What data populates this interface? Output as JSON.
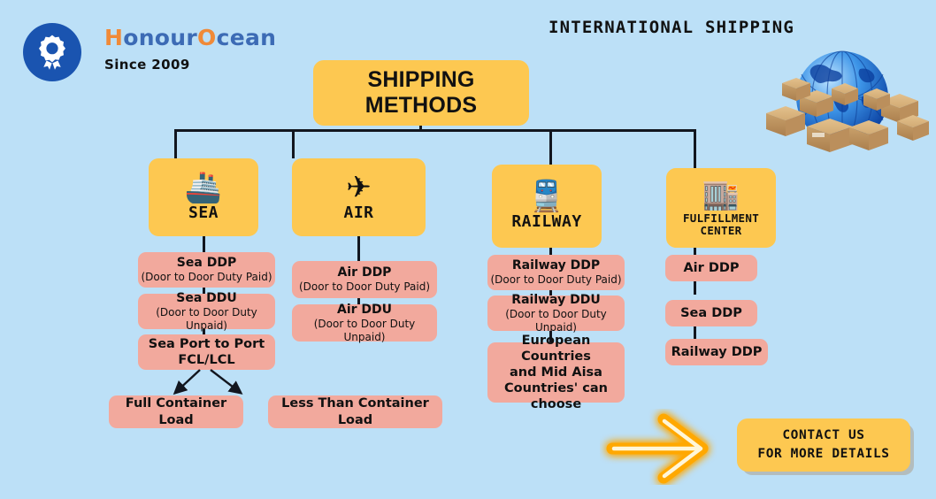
{
  "page": {
    "background_color": "#bce0f7",
    "heading": "INTERNATIONAL SHIPPING"
  },
  "logo": {
    "icon": "award-badge-icon",
    "brand_part1": "H",
    "brand_part2": "onour",
    "brand_part3": "O",
    "brand_part4": "cean",
    "brand_full": "HonourOcean",
    "tagline": "Since 2009",
    "circle_color": "#1a54b0",
    "accent_color": "#f08a38",
    "text_color": "#3c6bb5"
  },
  "artwork": {
    "globe": "globe-with-parcels-image"
  },
  "diagram": {
    "root": {
      "label": "SHIPPING METHODS",
      "color": "#fdc851"
    },
    "branches": [
      {
        "id": "sea",
        "label": "SEA",
        "icon": "ship-icon",
        "icon_glyph": "🚢",
        "color": "#fdc851",
        "children": [
          {
            "main": "Sea DDP",
            "sub": "(Door to Door Duty Paid)"
          },
          {
            "main": "Sea DDU",
            "sub": "(Door to Door Duty Unpaid)"
          },
          {
            "main": "Sea Port to Port",
            "sub": "FCL/LCL"
          }
        ],
        "leaves": [
          {
            "label": "Full Container Load"
          },
          {
            "label": "Less Than Container Load"
          }
        ]
      },
      {
        "id": "air",
        "label": "AIR",
        "icon": "airplane-icon",
        "icon_glyph": "✈",
        "color": "#fdc851",
        "children": [
          {
            "main": "Air DDP",
            "sub": "(Door to Door Duty Paid)"
          },
          {
            "main": "Air DDU",
            "sub": "(Door to Door Duty Unpaid)"
          }
        ],
        "leaves": []
      },
      {
        "id": "railway",
        "label": "RAILWAY",
        "icon": "train-icon",
        "icon_glyph": "🚆",
        "color": "#fdc851",
        "children": [
          {
            "main": "Railway DDP",
            "sub": "(Door to Door Duty Paid)"
          },
          {
            "main": "Railway DDU",
            "sub": "(Door to Door Duty Unpaid)"
          },
          {
            "main": "European Countries\nand Mid Aisa\nCountries' can choose",
            "sub": ""
          }
        ],
        "leaves": []
      },
      {
        "id": "fulfillment",
        "label_line1": "FULFILLMENT",
        "label_line2": "CENTER",
        "icon": "warehouse-icon",
        "icon_glyph": "🏬",
        "color": "#fdc851",
        "children": [
          {
            "main": "Air DDP",
            "sub": ""
          },
          {
            "main": "Sea DDP",
            "sub": ""
          },
          {
            "main": "Railway DDP",
            "sub": ""
          }
        ],
        "leaves": []
      }
    ],
    "node_color": "#f2a99d",
    "connector_color": "#12161f"
  },
  "cta": {
    "arrow_icon": "right-arrow-glow-icon",
    "line1": "CONTACT US",
    "line2": "FOR MORE DETAILS",
    "color": "#fdc851"
  }
}
